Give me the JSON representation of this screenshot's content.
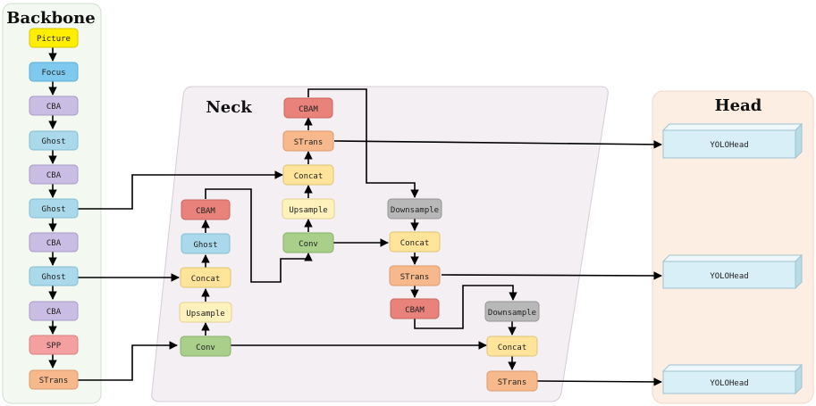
{
  "panels": {
    "backbone": {
      "title": "Backbone"
    },
    "neck": {
      "title": "Neck"
    },
    "head": {
      "title": "Head"
    }
  },
  "nodes": {
    "b_picture": "Picture",
    "b_focus": "Focus",
    "b_cba1": "CBA",
    "b_ghost1": "Ghost",
    "b_cba2": "CBA",
    "b_ghost2": "Ghost",
    "b_cba3": "CBA",
    "b_ghost3": "Ghost",
    "b_cba4": "CBA",
    "b_spp": "SPP",
    "b_strans": "STrans",
    "n1_cbam": "CBAM",
    "n1_ghost": "Ghost",
    "n1_concat": "Concat",
    "n1_upsample": "Upsample",
    "n1_conv": "Conv",
    "n2_cbam": "CBAM",
    "n2_strans": "STrans",
    "n2_concat": "Concat",
    "n2_upsample": "Upsample",
    "n2_conv": "Conv",
    "n3_downsample": "Downsample",
    "n3_concat": "Concat",
    "n3_strans": "STrans",
    "n3_cbam": "CBAM",
    "n4_downsample": "Downsample",
    "n4_concat": "Concat",
    "n4_strans": "STrans",
    "head1": "YOLOHead",
    "head2": "YOLOHead",
    "head3": "YOLOHead"
  },
  "colors": {
    "picture": "#ffee00",
    "focus": "#7fc8ee",
    "cba": "#c9bde3",
    "ghost": "#a9d9ea",
    "spp": "#f5a0a0",
    "strans": "#f7b98c",
    "cbam": "#e9827a",
    "concat": "#ffe49a",
    "upsample": "#fff2bc",
    "conv": "#a9cf8a",
    "downsample": "#b8b8b8",
    "yolohead": "#d8eff7"
  }
}
